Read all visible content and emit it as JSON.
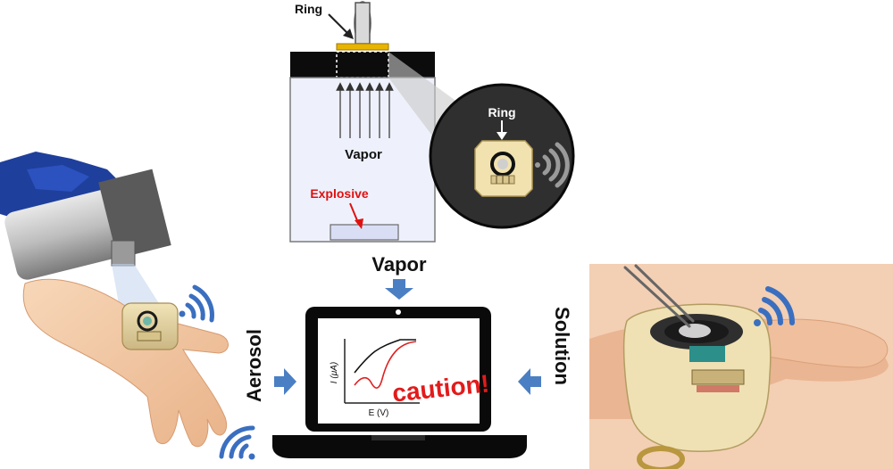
{
  "labels": {
    "ring_top": "Ring",
    "vapor_chamber": "Vapor",
    "explosive": "Explosive",
    "ring_zoom": "Ring",
    "vapor_arrow": "Vapor",
    "aerosol": "Aerosol",
    "solution": "Solution"
  },
  "laptop_screen": {
    "y_axis_label": "I (μA)",
    "x_axis_label": "E (V)",
    "warning": "caution!"
  },
  "colors": {
    "arrow_blue": "#4a7fc4",
    "wifi_blue": "#3a6fc0",
    "explosive_red": "#e01010",
    "caution_red": "#e21b1b",
    "gold_strip": "#e8b400",
    "glove_blue": "#1f3f9c",
    "skin": "#f2c9a4"
  },
  "icons": [
    "wifi-icon",
    "arrow-down-icon",
    "arrow-right-icon",
    "arrow-left-icon",
    "laptop-icon",
    "hand-illustration",
    "ring-sensor-photo",
    "spray-can-illustration",
    "dropper-illustration"
  ]
}
